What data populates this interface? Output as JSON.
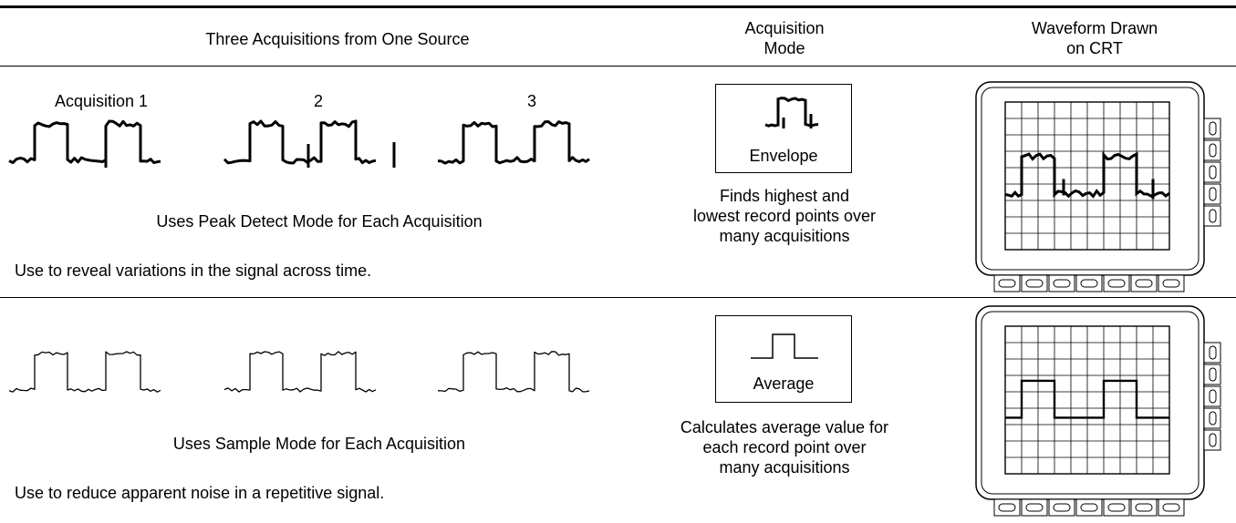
{
  "header": {
    "col1": "Three Acquisitions from One Source",
    "col2": "Acquisition\nMode",
    "col3": "Waveform Drawn\non CRT"
  },
  "rows": [
    {
      "acq_labels": [
        "Acquisition 1",
        "2",
        "3"
      ],
      "mode_text": "Uses Peak Detect Mode for Each Acquisition",
      "use_text": "Use to reveal variations in the signal across time.",
      "mode_name": "Envelope",
      "mode_desc": "Finds highest and\nlowest record points over\nmany acquisitions"
    },
    {
      "acq_labels": [],
      "mode_text": "Uses Sample Mode for Each Acquisition",
      "use_text": "Use to reduce apparent noise in a repetitive signal.",
      "mode_name": "Average",
      "mode_desc": "Calculates average value for\neach record point over\nmany acquisitions"
    }
  ]
}
